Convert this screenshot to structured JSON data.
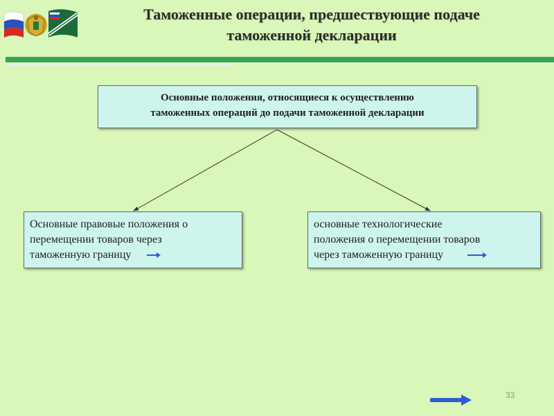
{
  "header": {
    "title_line1": "Таможенные операции, предшествующие подаче",
    "title_line2": "таможенной декларации"
  },
  "diagram": {
    "root": {
      "line1": "Основные положения, относящиеся к осуществлению",
      "line2": "таможенных операций до подачи таможенной декларации"
    },
    "left": {
      "line1": "Основные правовые положения о",
      "line2": "перемещении товаров через",
      "line3": "таможенную границу"
    },
    "right": {
      "line1": "основные технологические",
      "line2": "положения о перемещении товаров",
      "line3": "через таможенную границу"
    }
  },
  "footer": {
    "page_number": "33"
  },
  "icons": {
    "flag": "russian-flag-icon",
    "emblem": "customs-emblem-icon",
    "customs_flag": "customs-flag-icon",
    "next": "next-arrow-icon",
    "link_arrow": "link-arrow-icon"
  },
  "colors": {
    "background": "#d9f7b8",
    "box_fill": "#cdf4ed",
    "header_line": "#3aa35b",
    "arrow_blue": "#2f5bd6"
  }
}
